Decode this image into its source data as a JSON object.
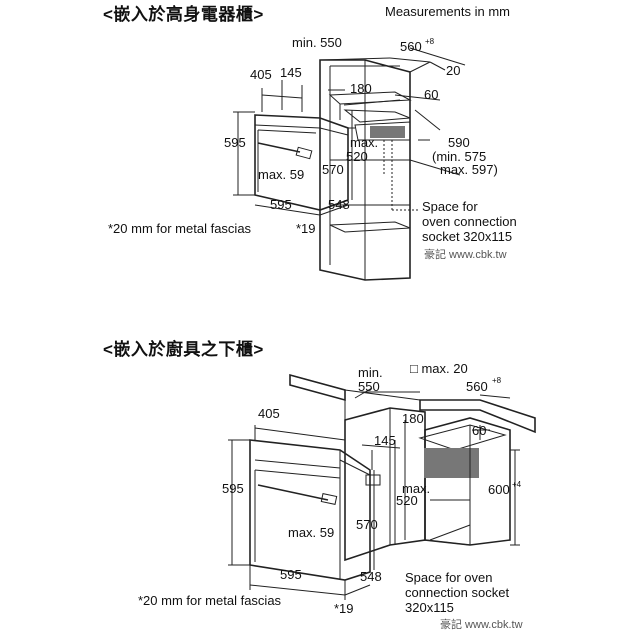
{
  "top": {
    "title": "<嵌入於高身電器櫃>",
    "units_note": "Measurements in mm",
    "dims": {
      "min550": "min. 550",
      "d560": "560",
      "d560_sup": "+8",
      "d20": "20",
      "d405": "405",
      "d145": "145",
      "d180": "180",
      "d60": "60",
      "d595_h": "595",
      "max": "max.",
      "d520": "520",
      "d590": "590",
      "min575": "(min. 575",
      "max597": "max. 597)",
      "max59": "max. 59",
      "d570": "570",
      "d595_w": "595",
      "d548": "548",
      "star19": "*19"
    },
    "socket_line1": "Space for",
    "socket_line2": "oven connection",
    "socket_line3": "socket 320x115",
    "metal_note": "*20 mm for metal fascias",
    "watermark": "豪記 www.cbk.tw"
  },
  "bottom": {
    "title": "<嵌入於廚具之下櫃>",
    "dims": {
      "min": "min.",
      "d550": "550",
      "max20": "max. 20",
      "d560": "560",
      "d560_sup": "+8",
      "d405": "405",
      "d180": "180",
      "d145": "145",
      "d60": "60",
      "d595_h": "595",
      "max": "max.",
      "d520": "520",
      "d600": "600",
      "d600_sup": "+4",
      "max59": "max. 59",
      "d570": "570",
      "d595_w": "595",
      "d548": "548",
      "star19": "*19"
    },
    "socket_line1": "Space for oven",
    "socket_line2": "connection socket",
    "socket_line3": "320x115",
    "metal_note": "*20 mm for metal fascias",
    "watermark": "豪記 www.cbk.tw"
  }
}
